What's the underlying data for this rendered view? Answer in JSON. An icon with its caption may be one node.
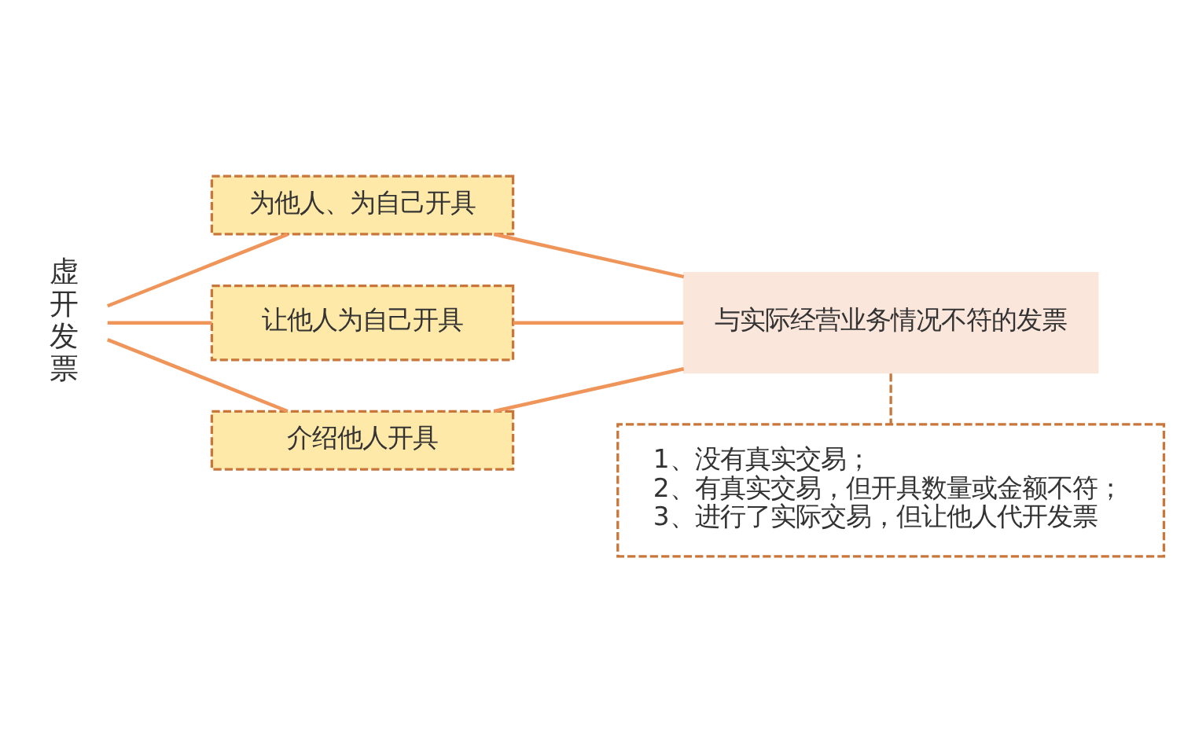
{
  "diagram": {
    "nodes": [
      {
        "text": [
          "虚开发票"
        ]
      },
      {
        "text": [
          "为他人、为自己开具"
        ]
      },
      {
        "text": [
          "让他人为自己开具"
        ]
      },
      {
        "text": [
          "介绍他人开具"
        ]
      },
      {
        "text": [
          "与实际经营业务情况不符的发票"
        ]
      },
      {
        "text": [
          "1、没有真实交易；",
          "2、有真实交易，但开具数量或金额不符；",
          "3、进行了实际交易，但让他人代开发票"
        ]
      }
    ],
    "edges": [
      {
        "from": 0,
        "to": 1,
        "arrow": "none"
      },
      {
        "from": 0,
        "to": 2,
        "arrow": "none"
      },
      {
        "from": 0,
        "to": 3,
        "arrow": "none"
      },
      {
        "from": 1,
        "to": 4,
        "arrow": "none"
      },
      {
        "from": 2,
        "to": 4,
        "arrow": "none"
      },
      {
        "from": 3,
        "to": 4,
        "arrow": "none"
      },
      {
        "from": 4,
        "to": 5,
        "arrow": "none",
        "style": "dashed",
        "color": "#c8763a"
      }
    ]
  }
}
